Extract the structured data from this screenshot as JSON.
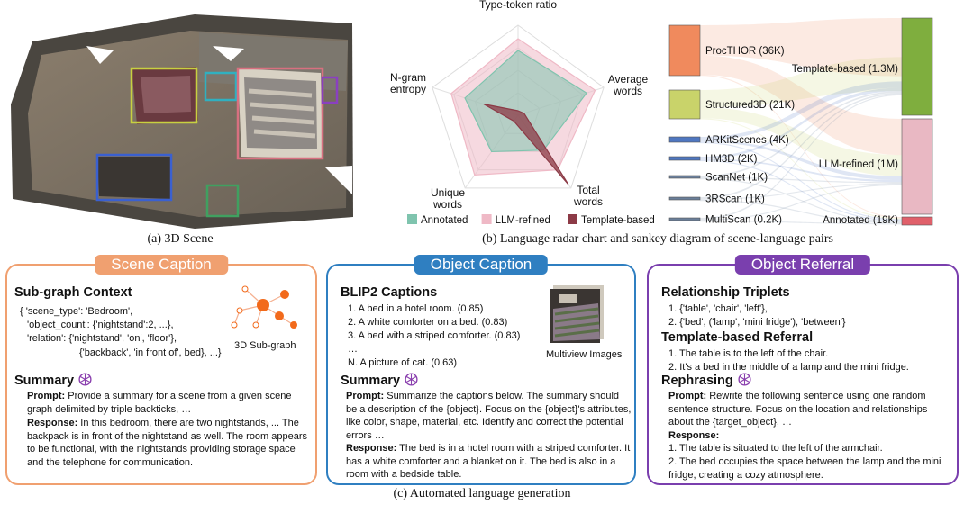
{
  "colors": {
    "scene": "#f0a070",
    "object": "#2f7fc1",
    "referral": "#7a3fae",
    "annotated": "#7fc4ae",
    "llm_refined": "#efb9c6",
    "template_based": "#8c3a46"
  },
  "captions": {
    "a": "(a) 3D Scene",
    "b": "(b) Language radar chart and sankey diagram of scene-language pairs",
    "c": "(c) Automated language generation"
  },
  "chart_data": [
    {
      "type": "radar",
      "axes": [
        "Type-token ratio",
        "Average words",
        "Total words",
        "Unique words",
        "N-gram entropy"
      ],
      "series": [
        {
          "name": "Annotated",
          "values": [
            0.72,
            0.8,
            0.48,
            0.5,
            0.62
          ]
        },
        {
          "name": "LLM-refined",
          "values": [
            0.85,
            0.9,
            0.75,
            0.82,
            0.78
          ]
        },
        {
          "name": "Template-based",
          "values": [
            0.05,
            0.07,
            0.95,
            0.08,
            0.4
          ]
        }
      ],
      "legend_position": "bottom"
    },
    {
      "type": "sankey",
      "sources": [
        {
          "name": "ProcTHOR (36K)",
          "value": 36,
          "color": "#f08a5d"
        },
        {
          "name": "Structured3D (21K)",
          "value": 21,
          "color": "#c9d36a"
        },
        {
          "name": "ARKitScenes (4K)",
          "value": 4,
          "color": "#4f77c0"
        },
        {
          "name": "HM3D (2K)",
          "value": 2,
          "color": "#4f77c0"
        },
        {
          "name": "ScanNet (1K)",
          "value": 1,
          "color": "#6a7f9a"
        },
        {
          "name": "3RScan (1K)",
          "value": 1,
          "color": "#6a7f9a"
        },
        {
          "name": "MultiScan (0.2K)",
          "value": 0.2,
          "color": "#6a7f9a"
        }
      ],
      "targets": [
        {
          "name": "Template-based (1.3M)",
          "value": 1300,
          "color": "#7fae3e"
        },
        {
          "name": "LLM-refined (1M)",
          "value": 1000,
          "color": "#e9b8c3"
        },
        {
          "name": "Annotated (19K)",
          "value": 19,
          "color": "#e0606a"
        }
      ]
    }
  ],
  "scene_caption": {
    "title": "Scene Caption",
    "subgraph_heading": "Sub-graph Context",
    "subgraph_lines": [
      "{ 'scene_type': 'Bedroom',",
      "'object_count': {'nightstand':2, ...},",
      "'relation': {'nightstand', 'on', 'floor'},",
      "{'backback', 'in front of', bed}, ...}"
    ],
    "subgraph_label": "3D Sub-graph",
    "summary_heading": "Summary",
    "prompt_label": "Prompt:",
    "prompt_text": " Provide a summary for a scene from a given scene graph delimited by triple backticks, …",
    "response_label": "Response:",
    "response_text": " In this bedroom, there are two nightstands, ... The backpack is in front of the nightstand as well. The room appears to be functional, with the nightstands providing storage space and the telephone for communication."
  },
  "object_caption": {
    "title": "Object Caption",
    "blip_heading": "BLIP2 Captions",
    "blip_items": [
      "1. A bed in a hotel room. (0.85)",
      "2. A white comforter on a bed. (0.83)",
      "3. A bed with a striped comforter. (0.83)",
      "…",
      "N. A picture of cat. (0.63)"
    ],
    "image_label": "Multiview Images",
    "summary_heading": "Summary",
    "prompt_label": "Prompt:",
    "prompt_text": " Summarize the captions below. The summary should be a description of the {object}. Focus on the {object}'s attributes, like color, shape, material, etc. Identify and correct the potential errors …",
    "response_label": "Response:",
    "response_text": " The bed is in a hotel room with a striped comforter. It has a white comforter and a blanket on it. The bed is also in a room with a bedside table."
  },
  "object_referral": {
    "title": "Object Referral",
    "triplets_heading": "Relationship Triplets",
    "triplets": [
      "1. {'table', 'chair', 'left'},",
      "2. {'bed', ('lamp', 'mini fridge'), 'between'}"
    ],
    "template_heading": "Template-based Referral",
    "template_items": [
      "1. The table is to the left of the chair.",
      "2. It's a bed in the middle of a lamp and the mini fridge."
    ],
    "rephrase_heading": "Rephrasing",
    "prompt_label": "Prompt:",
    "prompt_text": " Rewrite the following sentence using one random sentence structure. Focus on the location and relationships about the {target_object}, …",
    "response_label": "Response:",
    "response_items": [
      "1. The table is situated to the left of the armchair.",
      "2. The bed occupies the space between the lamp and the mini fridge, creating a cozy atmosphere."
    ]
  }
}
